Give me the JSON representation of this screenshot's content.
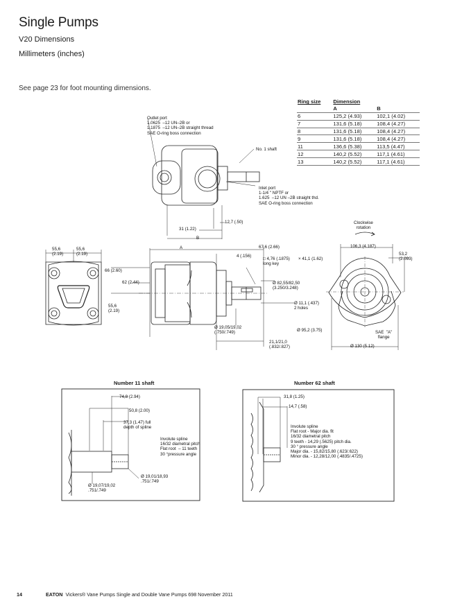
{
  "header": {
    "title": "Single Pumps",
    "subtitle": "V20 Dimensions",
    "units": "Millimeters (inches)"
  },
  "note": "See page 23 for foot mounting dimensions.",
  "table": {
    "col_ring": "Ring size",
    "col_dim": "Dimension",
    "col_a": "A",
    "col_b": "B",
    "rows": [
      {
        "ring": "6",
        "a": "125,2 (4.93)",
        "b": "102,1 (4.02)"
      },
      {
        "ring": "7",
        "a": "131,6 (5.18)",
        "b": "108,4 (4.27)"
      },
      {
        "ring": "8",
        "a": "131,6 (5.18)",
        "b": "108,4 (4.27)"
      },
      {
        "ring": "9",
        "a": "131,6 (5.18)",
        "b": "108,4 (4.27)"
      },
      {
        "ring": "11",
        "a": "136,6 (5.38)",
        "b": "113,5 (4.47)"
      },
      {
        "ring": "12",
        "a": "140,2 (5.52)",
        "b": "117,1 (4.61)"
      },
      {
        "ring": "13",
        "a": "140,2 (5.52)",
        "b": "117,1 (4.61)"
      }
    ]
  },
  "top_view": {
    "outlet_port": "Outlet port\n1.0625  –12 UN–2B or\n1.1875  –12 UN–2B straight thread\nSAE O-ring boss connection",
    "shaft_label": "No. 1 shaft",
    "inlet_port": "Inlet port\n1-1/4 \" NPTF or\n1.625  –12 UN –2B straight thd.\nSAE O-ring boss connection",
    "dim_12_7": "12,7 (.50)",
    "dim_31": "31 (1.22)",
    "dim_b": "B"
  },
  "main_view": {
    "dim_a": "A",
    "dim_55_6_left": "55,6\n(2.19)",
    "dim_55_6_right": "55,6\n(2.19)",
    "dim_66": "66 (2.60)",
    "dim_62": "62 (2.44)",
    "dim_55_6_low": "55,6\n(2.19)",
    "dim_67_6": "67,6 (2.66)",
    "dim_4": "4 (.156)",
    "key": "□ 4,76 (.1875)\nlong key",
    "dim_41_1": "× 41,1 (1.62)",
    "dim_82_55": "Ø 82,55/82,50\n(3.250/3.248)",
    "dim_11_1": "Ø 11,1 (.437)\n2 holes",
    "dim_19_05": "Ø 19,05/19,02\n(.750/.749)",
    "dim_21_1": "21,1/21,0\n(.832/.827)",
    "dim_95_2": "Ø 95,2 (3.75)",
    "dim_106_3": "106,3 (4.187)",
    "dim_53_2": "53,2\n(2.093)",
    "rotation": "Clockwise\nrotation",
    "flange": "SAE  \"A\"\nflange",
    "dim_130": "Ø 130 (5.12)"
  },
  "shaft11": {
    "caption": "Number 11 shaft",
    "d74_8": "74,8 (2.94)",
    "d50_8": "50,8 (2.00)",
    "d37_3": "37,3 (1.47) full\ndepth of spline",
    "spline": "Involute spline\n16/32 diametral pitch\nFlat root  – 11 teeth\n30 °pressure angle",
    "d19_01": "Ø 19,01/18,93\n.751/.749",
    "d19_07": "Ø 19,07/19,02\n.751/.749"
  },
  "shaft62": {
    "caption": "Number 62 shaft",
    "d31_8": "31,8 (1.25)",
    "d14_7": "14,7 (.58)",
    "spline": "Involute spline\nFlat root - Major dia. fit\n16/32 diametral pitch\n9 teeth - 14,29 (.5625) pitch dia.\n30 ° pressure angle\nMajor dia. - 15,82/15,80 (.623/.622)\nMinor dia. - 12,28/12,00 (.4835/.4725)"
  },
  "footer": {
    "page": "14",
    "brand": "EATON",
    "text": "Vickers® Vane Pumps Single and Double Vane Pumps  698  November 2011"
  }
}
